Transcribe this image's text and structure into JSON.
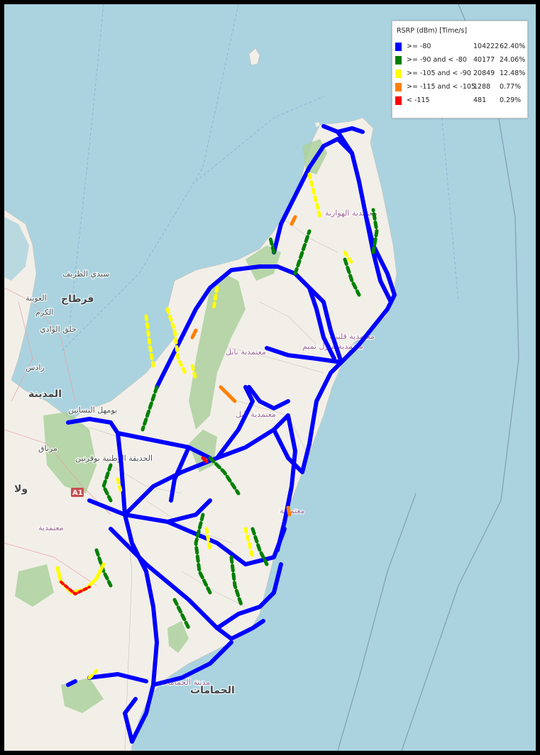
{
  "map": {
    "colors": {
      "sea": "#aad3df",
      "land": "#f2efe9",
      "forest": "#add19e",
      "coverage_good": "#0000ff",
      "coverage_fair": "#008000",
      "coverage_weak": "#ffff00",
      "coverage_poor": "#ff8000",
      "coverage_bad": "#ff0000"
    },
    "labels": {
      "sidi_bou_said": "سيدي الظريف",
      "carthage": "قرطاج",
      "ouina": "العوينة",
      "kram": "الكرم",
      "halq": "حلق الوادي",
      "rades": "رادس",
      "medina": "المدينة",
      "boumhel": "بومهل البساتين",
      "mornag": "مرناق",
      "park": "الحديقة الوطنية بوقرنين",
      "wa": "ولا",
      "motamadiya_left": "معتمدية",
      "road_a1": "A1",
      "hawaria": "معتمدية الهوارية",
      "kelibia": "معتمدية قليبية",
      "menzel": "معتمدية منزل تميم",
      "nabeul_north": "معتمدية نابل",
      "nabeul_mid": "معتمدية نابل",
      "korba": "معتمدية",
      "hammamet": "مدينة الحمامات",
      "hammamet_city": "الحمامات"
    }
  },
  "legend": {
    "title": "RSRP (dBm) [Time/s]",
    "items": [
      {
        "label": ">= -80",
        "count": "104222",
        "percent": "62.40%",
        "color": "#0000ff"
      },
      {
        "label": ">= -90 and < -80",
        "count": "40177",
        "percent": "24.06%",
        "color": "#008000"
      },
      {
        "label": ">= -105 and < -90",
        "count": "20849",
        "percent": "12.48%",
        "color": "#ffff00"
      },
      {
        "label": ">= -115 and < -105",
        "count": "1288",
        "percent": "0.77%",
        "color": "#ff8000"
      },
      {
        "label": "< -115",
        "count": "481",
        "percent": "0.29%",
        "color": "#ff0000"
      }
    ]
  }
}
